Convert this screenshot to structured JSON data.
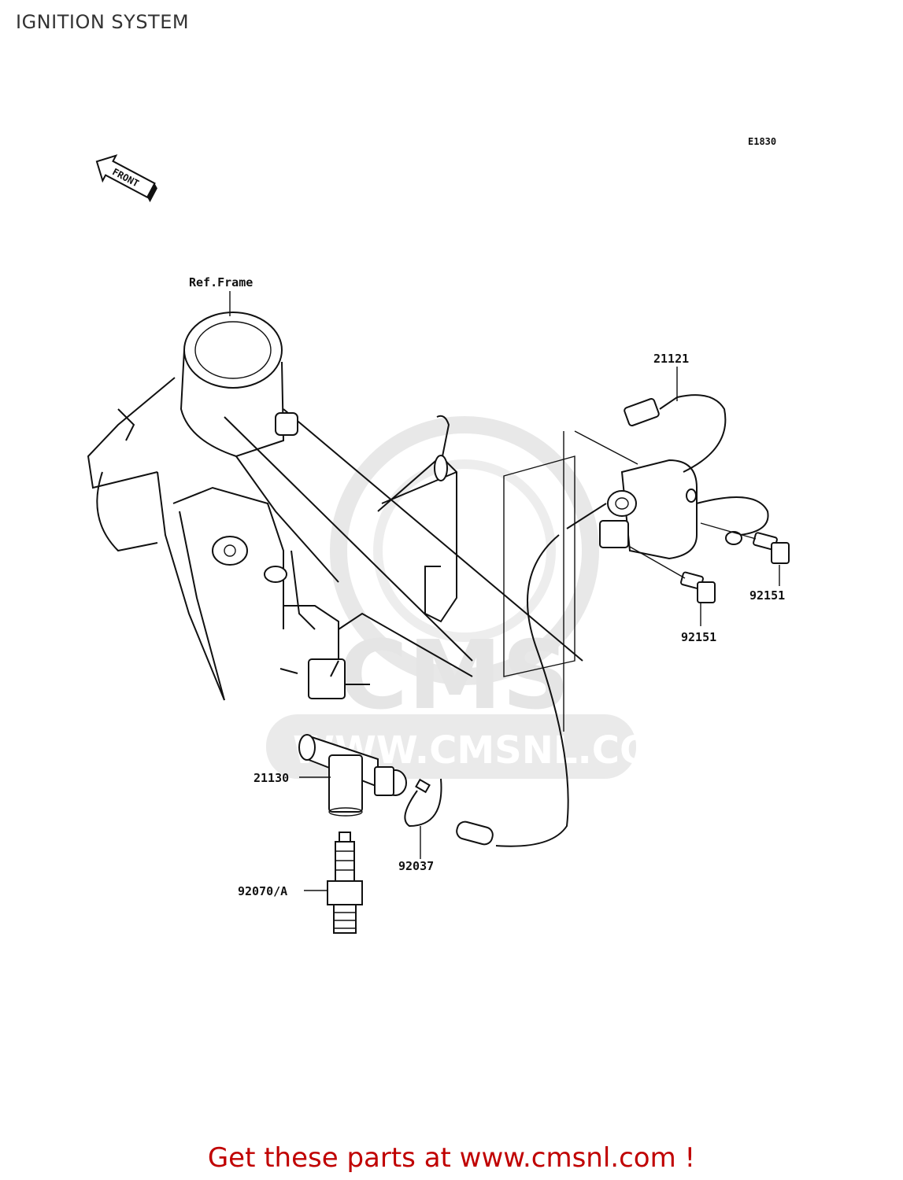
{
  "header": {
    "title": "IGNITION SYSTEM"
  },
  "diagram": {
    "code": "E1830",
    "front_arrow": "FRONT",
    "watermark": {
      "text": "CMS",
      "url": "WWW.CMSNL.COM"
    },
    "labels": {
      "ref_frame": "Ref.Frame",
      "p21121": "21121",
      "p92151_a": "92151",
      "p92151_b": "92151",
      "p21130": "21130",
      "p92037": "92037",
      "p92070": "92070/A"
    }
  },
  "footer": {
    "cta": "Get these parts at www.cmsnl.com !"
  }
}
